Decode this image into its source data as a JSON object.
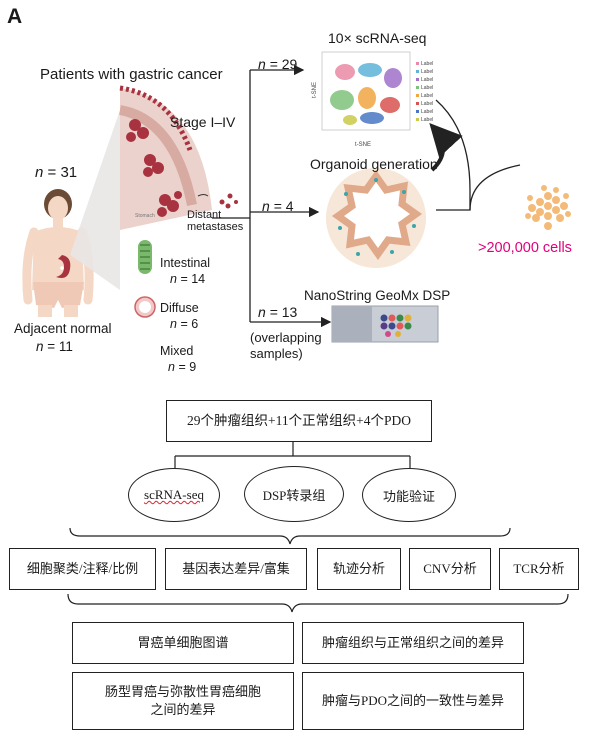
{
  "panel_letter": "A",
  "figure": {
    "patients_title": "Patients with gastric cancer",
    "n_total_prefix": "n",
    "n_total": "= 31",
    "stage": "Stage I–IV",
    "distant": "Distant",
    "metastases": "metastases",
    "intestinal": "Intestinal",
    "intestinal_n": "= 14",
    "diffuse": "Diffuse",
    "diffuse_n": "= 6",
    "mixed": "Mixed",
    "mixed_n": "= 9",
    "adjacent_normal": "Adjacent normal",
    "adjacent_n": "= 11",
    "n_prefix": "n",
    "branch1_n": "= 29",
    "branch2_n": "= 4",
    "branch3_n": "= 13",
    "scrna_title": "10× scRNA-seq",
    "organoid_title": "Organoid generation",
    "geomx_title": "NanoString GeoMx DSP",
    "overlapping": "(overlapping",
    "samples": "samples)",
    "cells": ">200,000 cells",
    "tsne_x": "t-SNE",
    "tsne_y": "t-SNE",
    "legend_label": "Label",
    "tissue_tag": "Stomach"
  },
  "flow": {
    "top_box": "29个肿瘤组织+11个正常组织+4个PDO",
    "method1": "scRNA-seq",
    "method2": "DSP转录组",
    "method3": "功能验证",
    "analysis1": "细胞聚类/注释/比例",
    "analysis2": "基因表达差异/富集",
    "analysis3": "轨迹分析",
    "analysis4": "CNV分析",
    "analysis5": "TCR分析",
    "result1": "胃癌单细胞图谱",
    "result2": "肿瘤组织与正常组织之间的差异",
    "result3_line1": "肠型胃癌与弥散性胃癌细胞",
    "result3_line2": "之间的差异",
    "result4": "肿瘤与PDO之间的一致性与差异"
  },
  "colors": {
    "magenta": "#e0007a",
    "cells": "#f3b46a",
    "tumor": "#a8323f",
    "tissue": "#d9b9b4",
    "skin": "#f4d7c4",
    "teal": "#3aa6a8"
  }
}
